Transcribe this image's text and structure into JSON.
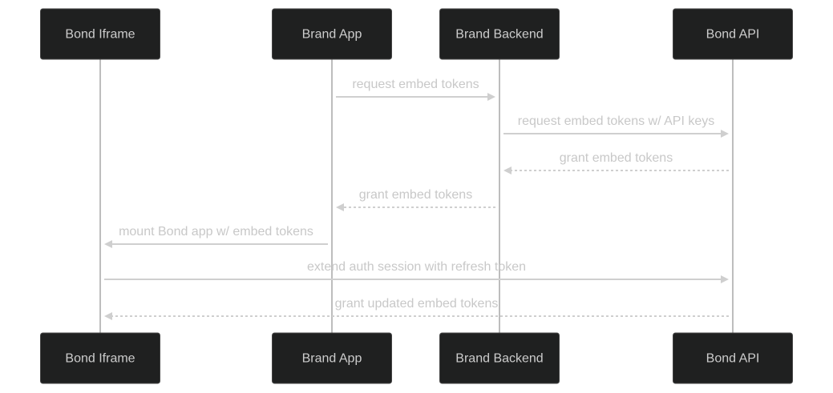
{
  "participants": [
    {
      "id": "iframe",
      "label": "Bond Iframe"
    },
    {
      "id": "app",
      "label": "Brand App"
    },
    {
      "id": "backend",
      "label": "Brand Backend"
    },
    {
      "id": "api",
      "label": "Bond API"
    }
  ],
  "messages": [
    {
      "from": "app",
      "to": "backend",
      "label": "request embed tokens",
      "style": "solid"
    },
    {
      "from": "backend",
      "to": "api",
      "label": "request embed tokens w/ API keys",
      "style": "solid"
    },
    {
      "from": "api",
      "to": "backend",
      "label": "grant embed tokens",
      "style": "dashed"
    },
    {
      "from": "backend",
      "to": "app",
      "label": "grant embed tokens",
      "style": "dashed"
    },
    {
      "from": "app",
      "to": "iframe",
      "label": "mount Bond app w/ embed tokens",
      "style": "solid"
    },
    {
      "from": "iframe",
      "to": "api",
      "label": "extend auth session with refresh token",
      "style": "solid"
    },
    {
      "from": "api",
      "to": "iframe",
      "label": "grant updated embed tokens",
      "style": "dashed"
    }
  ]
}
